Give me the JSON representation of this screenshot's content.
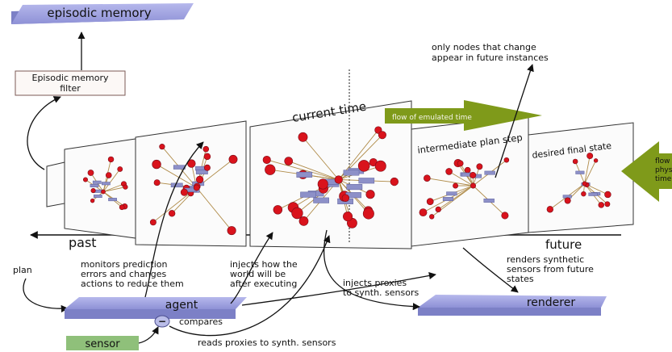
{
  "labels": {
    "episodic_memory": "episodic memory",
    "filter_line1": "Episodic memory",
    "filter_line2": "filter",
    "current_time": "current time",
    "flow_emulated": "flow of emulated time",
    "flow_physical_1": "flow of",
    "flow_physical_2": "physical",
    "flow_physical_3": "time",
    "intermediate": "intermediate plan step",
    "desired_final": "desired final state",
    "only_nodes_1": "only nodes that change",
    "only_nodes_2": "appear in future instances",
    "past": "past",
    "future": "future",
    "plan": "plan",
    "monitors_1": "monitors prediction",
    "monitors_2": "errors and changes",
    "monitors_3": "actions to reduce them",
    "injects_world_1": "injects how the",
    "injects_world_2": "world will be",
    "injects_world_3": "after executing",
    "injects_proxies_1": "injects proxies",
    "injects_proxies_2": "to synth. sensors",
    "renders_1": "renders synthetic",
    "renders_2": "sensors from future",
    "renders_3": "states",
    "agent": "agent",
    "renderer": "renderer",
    "sensor": "sensor",
    "compares": "compares",
    "comparator_symbol": "−",
    "reads_proxies": "reads proxies to synth. sensors"
  },
  "colors": {
    "slab_blue": "#9a9dde",
    "slab_blue_dark": "#6e71b8",
    "flow_arrow_green": "#7f9a1a",
    "sensor_green": "#8fc07a",
    "node_red": "#d9131c",
    "node_box": "#8d90c8"
  }
}
